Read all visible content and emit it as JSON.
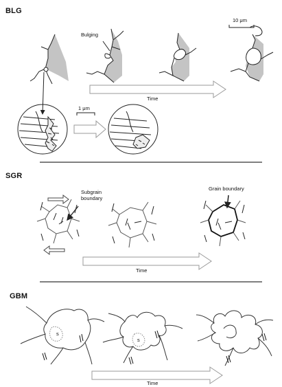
{
  "panels": {
    "blg": {
      "title": "BLG",
      "bulging_label": "Bulging",
      "scale_10_label": "10 μm",
      "scale_1_label": "1 μm",
      "time_label": "Time"
    },
    "sgr": {
      "title": "SGR",
      "subgrain_label_line1": "Subgrain",
      "subgrain_label_line2": "boundary",
      "grain_boundary_label": "Grain boundary",
      "time_label": "Time"
    },
    "gbm": {
      "title": "GBM",
      "s_label_1": "s",
      "s_label_2": "s",
      "time_label": "Time"
    }
  },
  "colors": {
    "line": "#222222",
    "shaded_grain": "#c4c4c4",
    "arrow_outline": "#9a9a9a",
    "divider": "#333333"
  }
}
